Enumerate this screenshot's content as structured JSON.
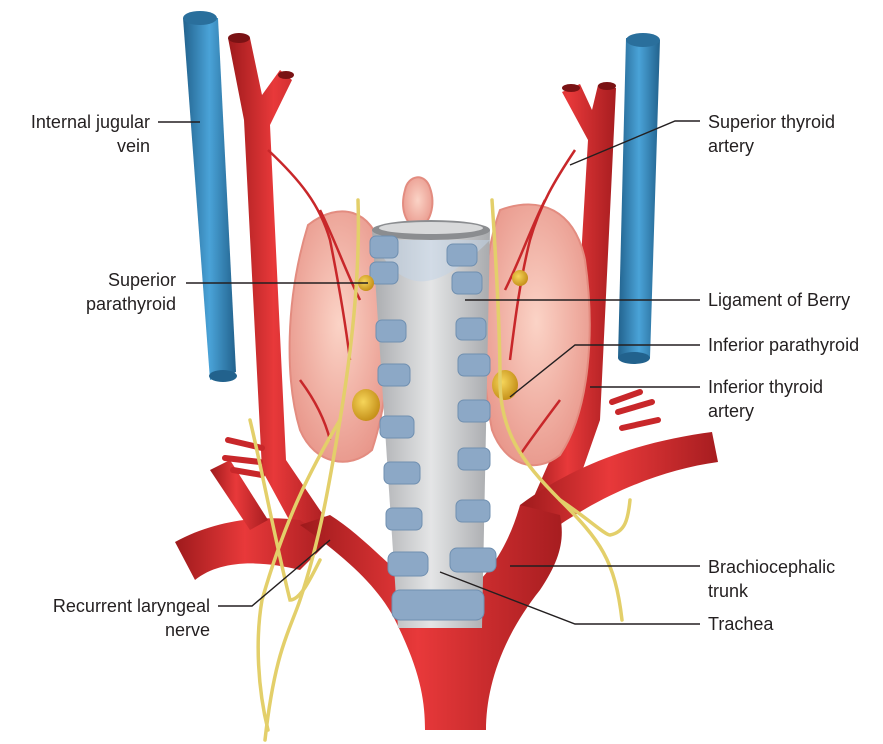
{
  "labels": {
    "internal_jugular": [
      "Internal jugular",
      "vein"
    ],
    "superior_parathyroid": [
      "Superior",
      "parathyroid"
    ],
    "recurrent_laryngeal": [
      "Recurrent laryngeal",
      "nerve"
    ],
    "superior_thyroid": [
      "Superior thyroid",
      "artery"
    ],
    "ligament_berry": [
      "Ligament of Berry"
    ],
    "inferior_parathyroid": [
      "Inferior parathyroid"
    ],
    "inferior_thyroid": [
      "Inferior thyroid",
      "artery"
    ],
    "brachiocephalic": [
      "Brachiocephalic",
      "trunk"
    ],
    "trachea": [
      "Trachea"
    ]
  },
  "colors": {
    "artery": "#d42a2c",
    "artery_dark": "#9e1a1c",
    "vein": "#3b8fc4",
    "vein_dark": "#22628d",
    "thyroid": "#f6b5a6",
    "thyroid_dark": "#e38c80",
    "trachea": "#cfd0d2",
    "cartilage": "#8ca8c6",
    "nerve": "#e3cf6a",
    "parathyroid": "#e2b52f",
    "leader": "#231f20"
  }
}
